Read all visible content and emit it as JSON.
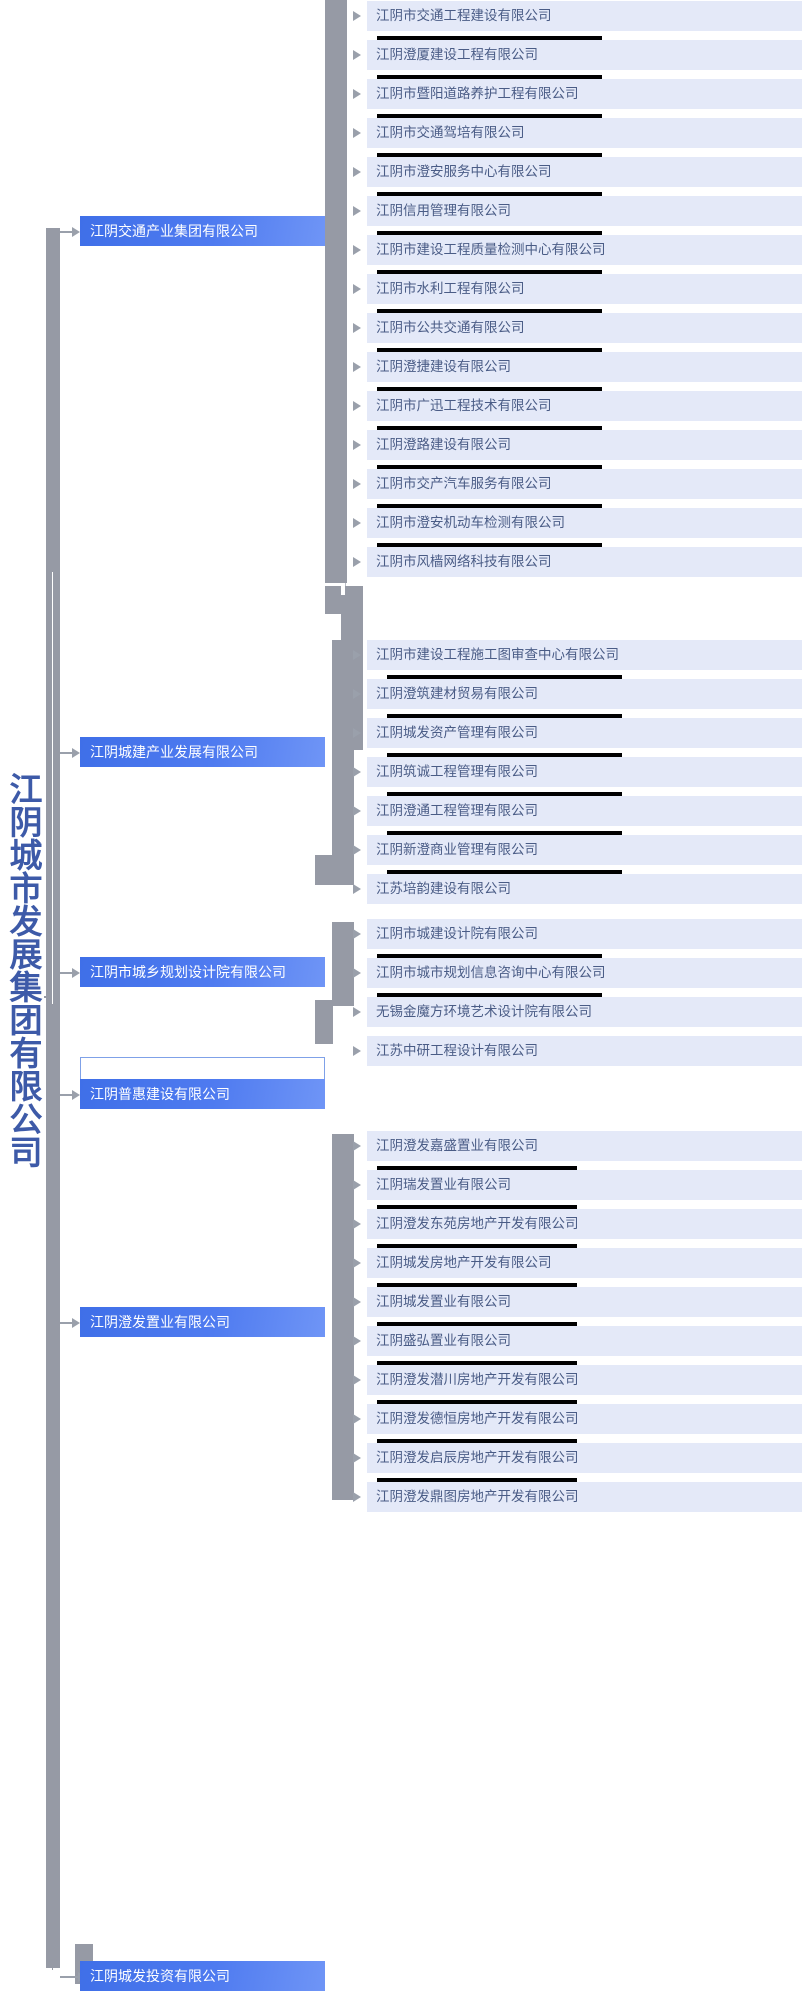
{
  "root": {
    "label": "江阴城市发展集团有限公司"
  },
  "groups": [
    {
      "id": "jiaotong",
      "label": "江阴交通产业集团有限公司",
      "children": [
        "江阴市交通工程建设有限公司",
        "江阴澄厦建设工程有限公司",
        "江阴市暨阳道路养护工程有限公司",
        "江阴市交通驾培有限公司",
        "江阴市澄安服务中心有限公司",
        "江阴信用管理有限公司",
        "江阴市建设工程质量检测中心有限公司",
        "江阴市水利工程有限公司",
        "江阴市公共交通有限公司",
        "江阴澄捷建设有限公司",
        "江阴市广迅工程技术有限公司",
        "江阴澄路建设有限公司",
        "江阴市交产汽车服务有限公司",
        "江阴市澄安机动车检测有限公司",
        "江阴市风樯网络科技有限公司"
      ]
    },
    {
      "id": "chengjian",
      "label": "江阴城建产业发展有限公司",
      "children": [
        "江阴市建设工程施工图审查中心有限公司",
        "江阴澄筑建材贸易有限公司",
        "江阴城发资产管理有限公司",
        "江阴筑诚工程管理有限公司",
        "江阴澄通工程管理有限公司",
        "江阴新澄商业管理有限公司",
        "江苏培韵建设有限公司"
      ]
    },
    {
      "id": "guihua",
      "label": "江阴市城乡规划设计院有限公司",
      "children": [
        "江阴市城建设计院有限公司",
        "江阴市城市规划信息咨询中心有限公司",
        "无锡金魔方环境艺术设计院有限公司",
        "江苏中研工程设计有限公司"
      ]
    },
    {
      "id": "puhui",
      "label": "江阴普惠建设有限公司",
      "children": []
    },
    {
      "id": "chengfa",
      "label": "江阴澄发置业有限公司",
      "children": [
        "江阴澄发嘉盛置业有限公司",
        "江阴瑞发置业有限公司",
        "江阴澄发东苑房地产开发有限公司",
        "江阴城发房地产开发有限公司",
        "江阴城发置业有限公司",
        "江阴盛弘置业有限公司",
        "江阴澄发潜川房地产开发有限公司",
        "江阴澄发德恒房地产开发有限公司",
        "江阴澄发启辰房地产开发有限公司",
        "江阴澄发鼎图房地产开发有限公司"
      ]
    },
    {
      "id": "chengfatouzi",
      "label": "江阴城发投资有限公司",
      "children": []
    }
  ],
  "colors": {
    "level1_blue": "#4f7bf0",
    "level2_fill": "#e4e9f8",
    "level2_text": "#4a5c86",
    "connector_gray": "#969aa5",
    "root_text": "#3d5aa8",
    "redaction": "#000000"
  }
}
